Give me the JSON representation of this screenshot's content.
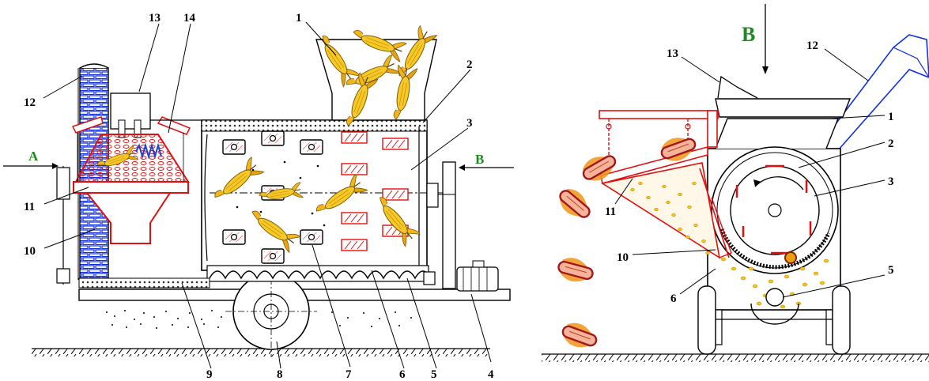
{
  "left_view": {
    "direction_labels": {
      "a": "A",
      "b": "B"
    },
    "callouts": [
      "1",
      "2",
      "3",
      "4",
      "5",
      "6",
      "7",
      "8",
      "9",
      "10",
      "11",
      "12",
      "13",
      "14"
    ]
  },
  "right_view": {
    "direction_label": "B",
    "callouts": [
      "1",
      "2",
      "3",
      "5",
      "6",
      "10",
      "11",
      "12",
      "13"
    ]
  },
  "colors": {
    "outline": "#000000",
    "red_parts": "#e01010",
    "corn_fill": "#f2b51c",
    "husk": "#f29418",
    "auger_blue": "#2040c8",
    "conveyor_blue": "#1030e0",
    "direction_green": "#1f8a1f",
    "grain": "#f5c518"
  },
  "icons": {
    "corn_cob": "corn-cob-icon",
    "hand_wheel": "hand-wheel-icon",
    "motor": "electric-motor-icon",
    "direction_arrow": "arrow-right-icon"
  }
}
